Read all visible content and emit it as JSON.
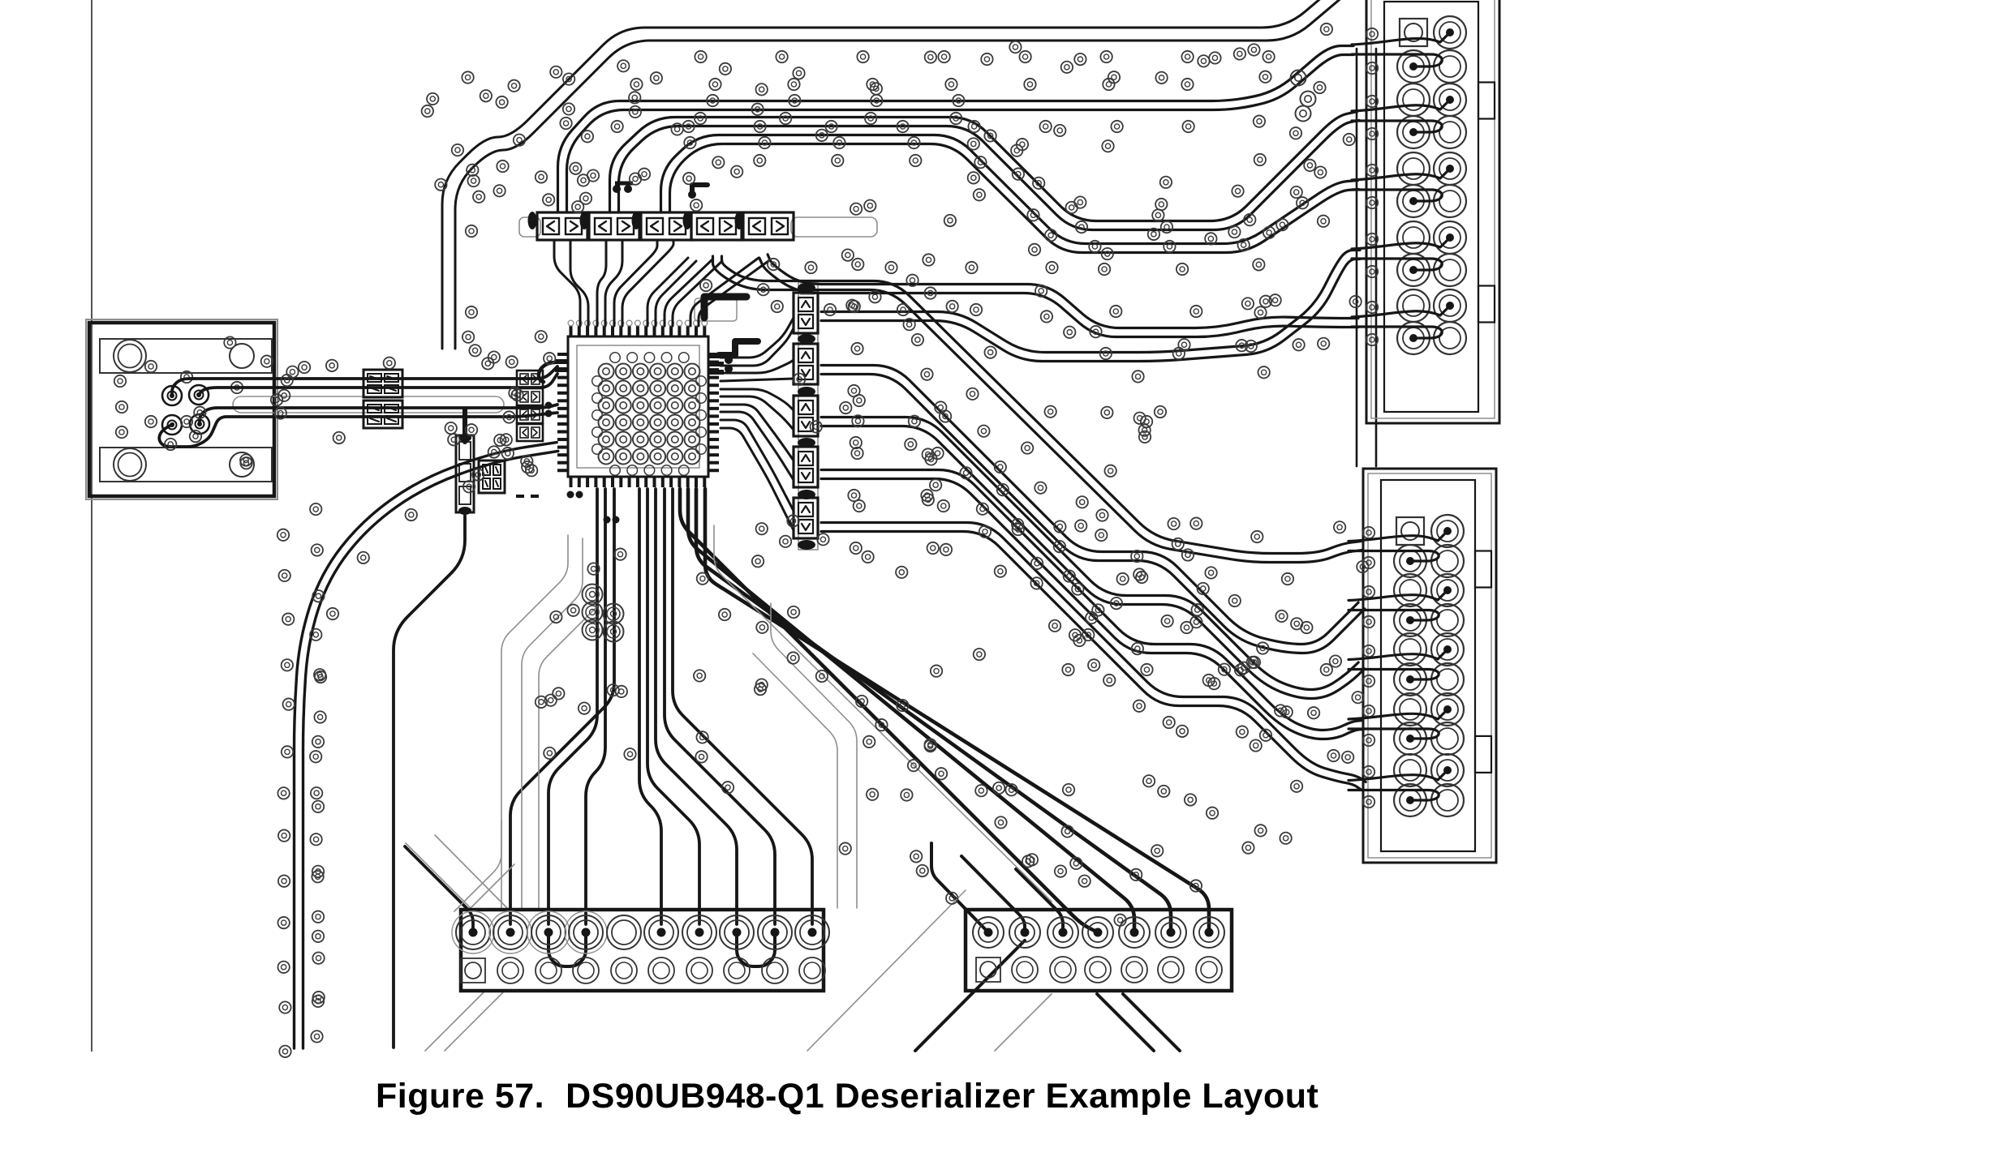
{
  "figure": {
    "caption_label": "Figure 57.",
    "caption_title": "DS90UB948-Q1 Deserializer Example Layout"
  },
  "diagram": {
    "kind": "pcb-layout",
    "part_number": "DS90UB948-Q1",
    "role": "Deserializer Example Layout"
  },
  "colors": {
    "background": "#ffffff",
    "trace": "#161616",
    "thin_outline": "#8e8e8e",
    "via": "#3a3a3a",
    "text": "#000000"
  }
}
